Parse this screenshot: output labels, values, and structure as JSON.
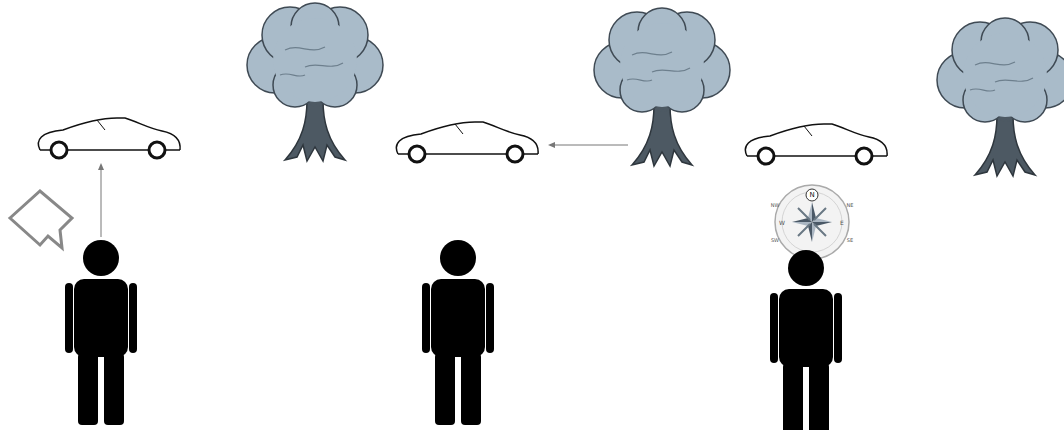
{
  "diagram": {
    "labels": [
      "N",
      "NE",
      "E",
      "SE",
      "SW",
      "W",
      "NW"
    ]
  }
}
